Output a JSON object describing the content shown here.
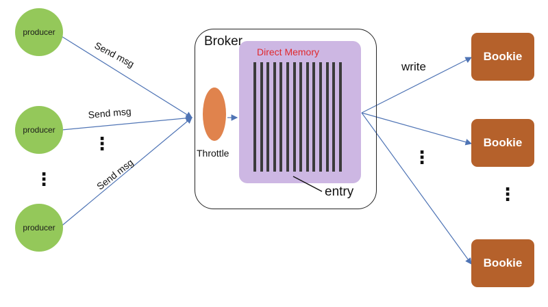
{
  "producers": [
    "producer",
    "producer",
    "producer"
  ],
  "send_labels": [
    "Send msg",
    "Send msg",
    "Send msg"
  ],
  "broker": {
    "label": "Broker",
    "memory_label": "Direct Memory",
    "throttle_label": "Throttle",
    "entry_label": "entry"
  },
  "write_label": "write",
  "bookies": [
    "Bookie",
    "Bookie",
    "Bookie"
  ],
  "ellipsis": "⋮",
  "colors": {
    "producer": "#94c85a",
    "bookie": "#b5612b",
    "memory": "#cdb7e3",
    "throttle": "#e0834d",
    "memory_label": "#e0282c",
    "arrow": "#4f74b5"
  }
}
